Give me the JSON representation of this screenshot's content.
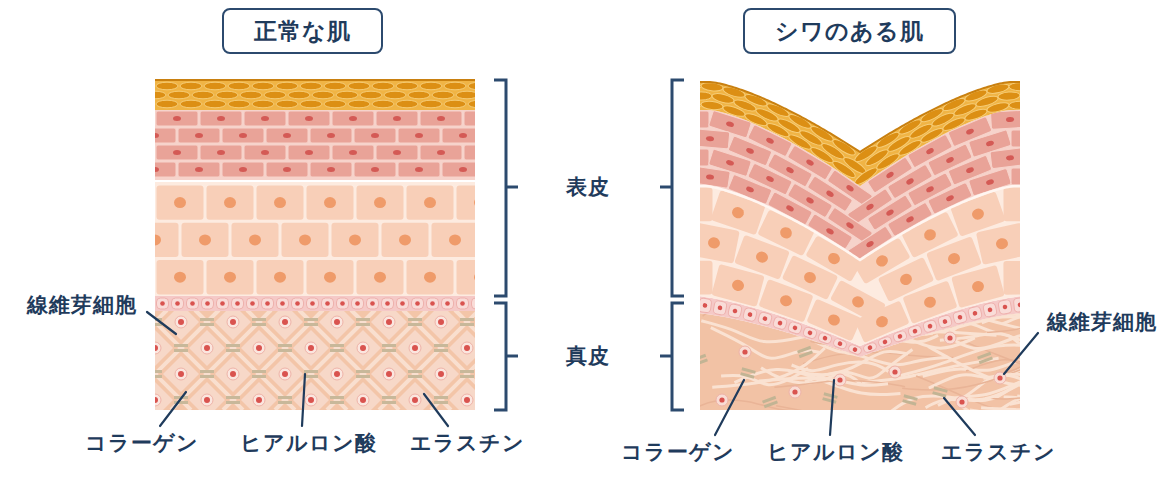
{
  "diagram": {
    "nodes": [
      {
        "text": [
          "正常な肌"
        ]
      },
      {
        "text": [
          "シワのある肌"
        ]
      }
    ],
    "labels": [
      "表皮",
      "真皮",
      "線維芽細胞",
      "コラーゲン",
      "ヒアルロン酸",
      "エラスチン",
      "線維芽細胞",
      "コラーゲン",
      "ヒアルロン酸",
      "エラスチン"
    ]
  }
}
